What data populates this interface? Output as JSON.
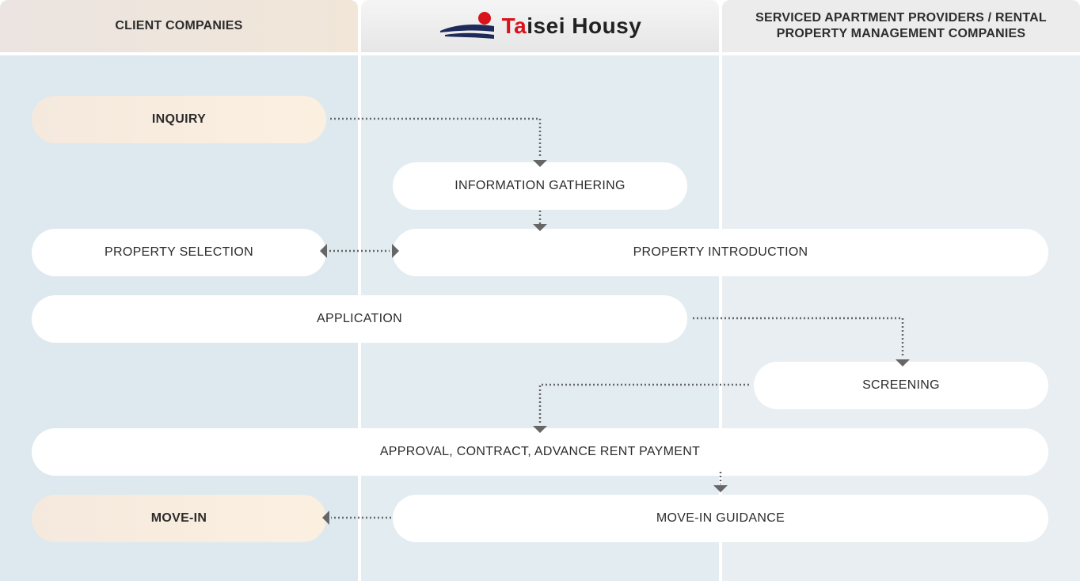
{
  "columns": {
    "client": "CLIENT COMPANIES",
    "taisei": {
      "brand_prefix": "Ta",
      "brand_rest": "isei Housy",
      "logo_icon": "taisei-logo-icon"
    },
    "provider": "SERVICED APARTMENT PROVIDERS / RENTAL PROPERTY MANAGEMENT COMPANIES"
  },
  "steps": {
    "inquiry": "INQUIRY",
    "information_gathering": "INFORMATION GATHERING",
    "property_selection": "PROPERTY SELECTION",
    "property_introduction": "PROPERTY INTRODUCTION",
    "application": "APPLICATION",
    "screening": "SCREENING",
    "approval": "APPROVAL, CONTRACT, ADVANCE RENT PAYMENT",
    "move_in_guidance": "MOVE-IN GUIDANCE",
    "move_in": "MOVE-IN"
  },
  "colors": {
    "arrow": "#666666",
    "brand_red": "#d8131b",
    "brand_navy": "#1e2a5a"
  }
}
